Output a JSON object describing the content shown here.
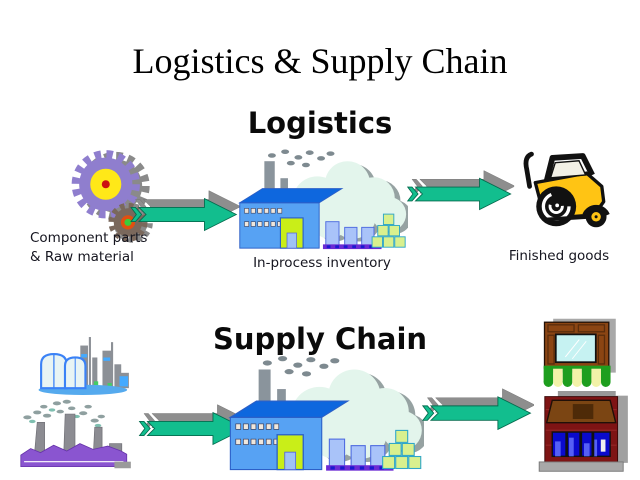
{
  "slide": {
    "title": "Logistics & Supply Chain",
    "background_color": "#FFFFFF",
    "title_color": "#000000"
  },
  "logistics_row": {
    "heading": "Logistics",
    "source_label_line1": "Component parts",
    "source_label_line2": "& Raw material",
    "middle_label": "In-process inventory",
    "destination_label": "Finished goods"
  },
  "supply_chain_row": {
    "heading": "Supply Chain"
  },
  "icons": {
    "gears": "gears-icon",
    "factory_cloud_top": "factory-smoke-cloud-icon",
    "forklift": "forklift-icon",
    "refinery": "refinery-plant-icon",
    "purple_factory": "factory-silhouette-icon",
    "factory_cloud_bottom": "factory-smoke-cloud-icon",
    "shop_window": "shop-window-awning-icon",
    "storefront": "storefront-icon",
    "flow_arrows": "right-arrow-icon"
  },
  "colors": {
    "arrow_green": "#12BE8E",
    "arrow_outline": "#056B4E",
    "arrow_shadow": "#8E8E8E",
    "heading_color": "#0A0A0A",
    "label_color": "#15151F",
    "factory_blue": "#57A2F3",
    "factory_roof_blue": "#0E67DE",
    "door_green": "#C9EE18",
    "cloud_fill": "#E3F5EC",
    "gear_purple": "#8F7ECE",
    "gear_brown": "#7A685C",
    "forklift_yellow": "#FFC414",
    "storefront_red": "#7E1414",
    "awning_green": "#1E9E1E",
    "awning_cream": "#F2F2A8"
  }
}
